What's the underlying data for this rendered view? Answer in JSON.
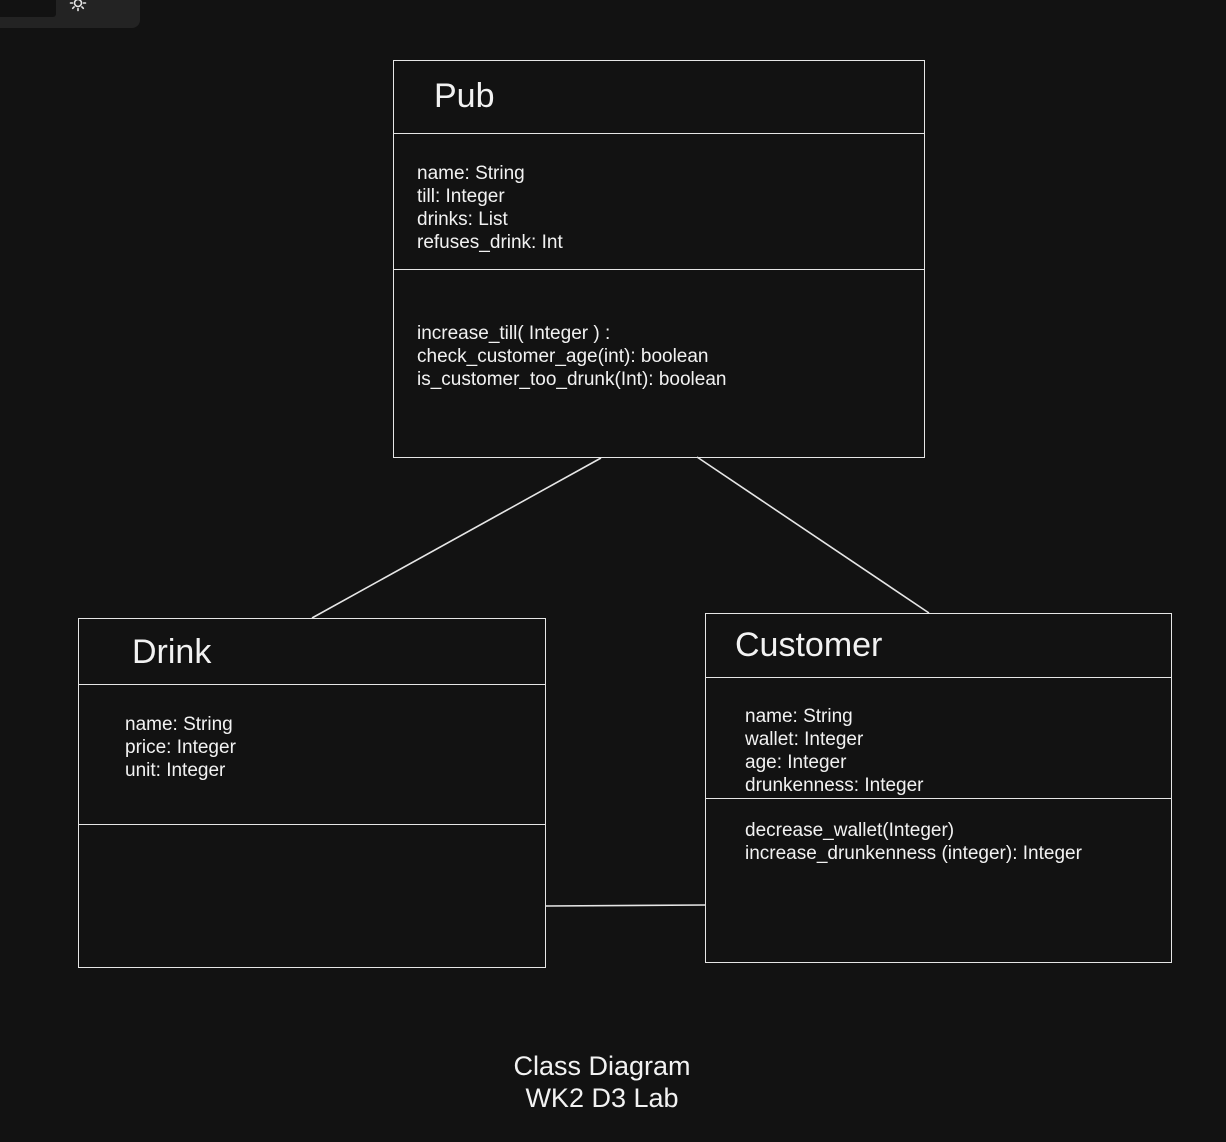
{
  "toolbar": {
    "icons": [
      "sun-icon"
    ]
  },
  "classes": {
    "pub": {
      "title": "Pub",
      "attributes": [
        "name: String",
        "till: Integer",
        "drinks: List",
        "refuses_drink: Int"
      ],
      "methods": [
        "increase_till( Integer ) :",
        "check_customer_age(int): boolean",
        "is_customer_too_drunk(Int): boolean"
      ]
    },
    "drink": {
      "title": "Drink",
      "attributes": [
        "name: String",
        "price: Integer",
        "unit: Integer"
      ],
      "methods": []
    },
    "customer": {
      "title": "Customer",
      "attributes": [
        "name: String",
        "wallet: Integer",
        "age: Integer",
        "drunkenness: Integer"
      ],
      "methods": [
        "decrease_wallet(Integer)",
        "increase_drunkenness (integer): Integer"
      ]
    }
  },
  "caption": {
    "line1": "Class Diagram",
    "line2": "WK2 D3 Lab"
  },
  "colors": {
    "background": "#121212",
    "stroke": "#e6e6e6",
    "text": "#f2f2f2"
  }
}
